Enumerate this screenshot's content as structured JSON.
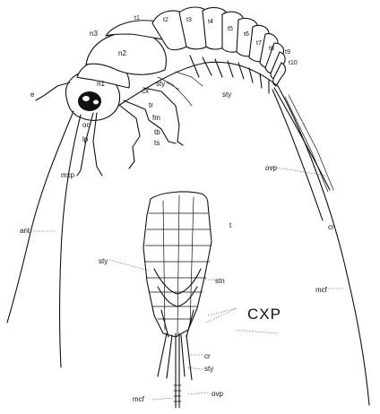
{
  "figure": {
    "title": "CXP",
    "labels": {
      "t1": "t1",
      "t2": "t2",
      "t3": "t3",
      "t4": "t4",
      "t5": "t5",
      "t6": "t6",
      "t7": "t7",
      "t8": "t8",
      "t9": "t9",
      "t10": "t10",
      "n1": "n1",
      "n2": "n2",
      "n3": "n3",
      "e": "e",
      "oc": "oc",
      "lp": "lp",
      "mxp": "mxp",
      "ant": "ant",
      "cx": "cx",
      "tr": "tr",
      "fm": "fm",
      "tb": "tb",
      "ts": "ts",
      "sty_body": "sty",
      "sty_mid": "sty",
      "sty_abd": "sty",
      "sty_bottom": "sty",
      "ovp_body": "ovp",
      "ovp_bottom": "ovp",
      "cr": "cr",
      "mcf_right": "mcf",
      "mcf_bottom": "mcf",
      "stn": "stn",
      "t_abd": "t",
      "cr_right": "cr"
    }
  }
}
